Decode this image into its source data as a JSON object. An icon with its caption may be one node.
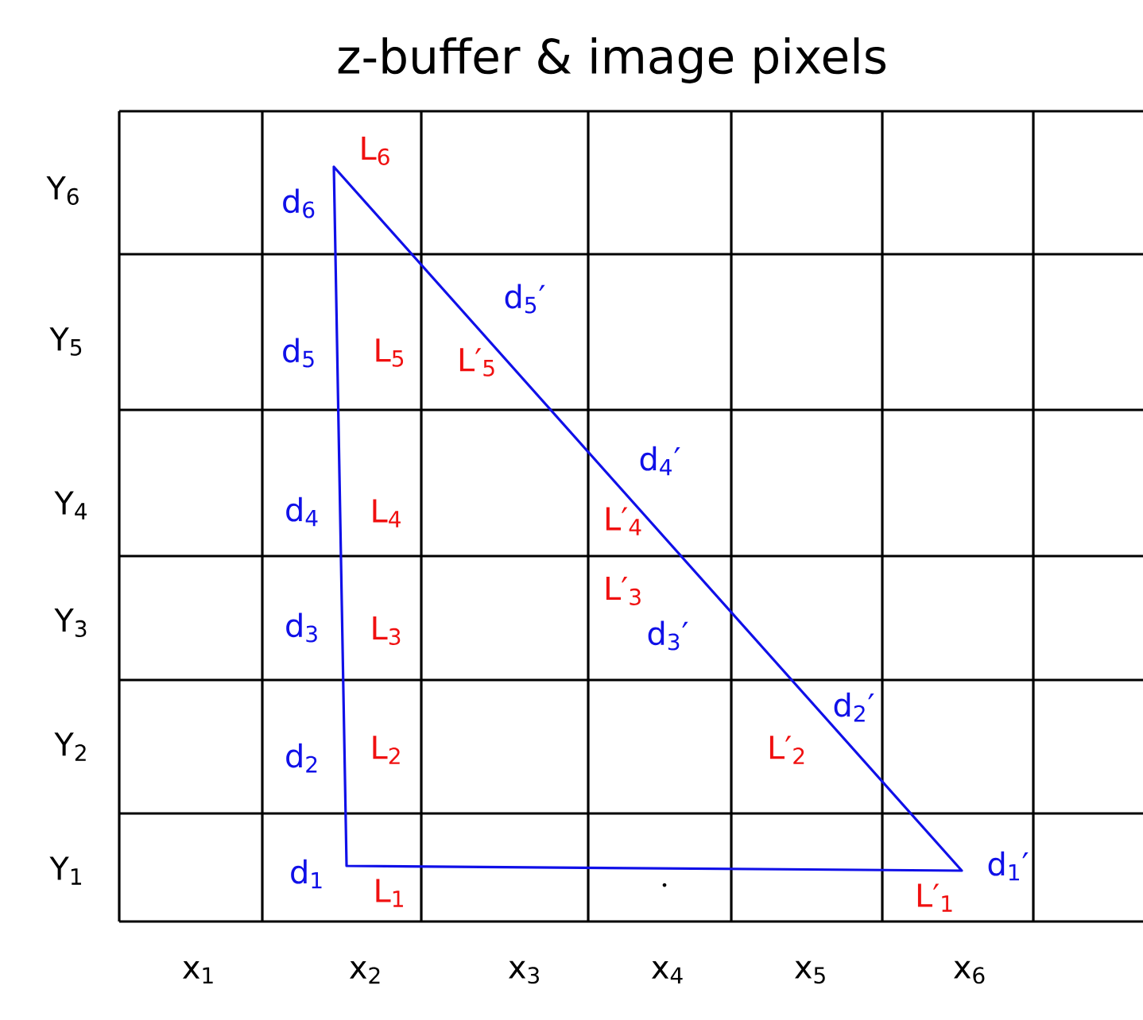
{
  "diagram": {
    "title": "z-buffer & image pixels",
    "labels": [
      "Y$_{6}$",
      "d$_{6}$",
      "L$_{6}$",
      "d$_{5}$′",
      "Y$_{5}$",
      "d$_{5}$",
      "L$_{5}$",
      "L′$_{5}$",
      "d$_{4}$′",
      "Y$_{4}$",
      "d$_{4}$",
      "L$_{4}$",
      "L′$_{4}$",
      "L′$_{3}$",
      "Y$_{3}$",
      "d$_{3}$",
      "L$_{3}$",
      "d$_{3}$′",
      "d$_{2}$′",
      "Y$_{2}$",
      "d$_{2}$",
      "L$_{2}$",
      "L′$_{2}$",
      "Y$_{1}$",
      "d$_{1}$",
      "L$_{1}$",
      "L′$_{1}$",
      "d$_{1}$′",
      "x$_{1}$",
      "x$_{2}$",
      "x$_{3}$",
      "x$_{4}$",
      "x$_{5}$",
      "x$_{6}$"
    ]
  }
}
